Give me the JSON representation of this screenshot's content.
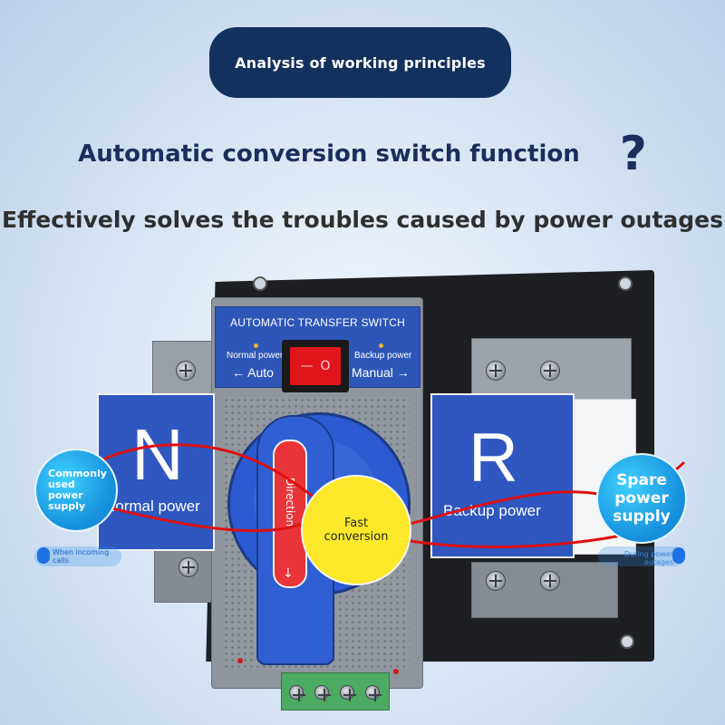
{
  "header": {
    "pill_label": "Analysis of working principles"
  },
  "headline": {
    "text": "Automatic conversion switch function",
    "icon": "question-mark-icon"
  },
  "subheadline": {
    "text": "Effectively solves the troubles caused by power outages"
  },
  "device": {
    "title": "AUTOMATIC TRANSFER SWITCH",
    "left_top": "Normal power",
    "left_bottom": "← Auto",
    "right_top": "Backup power",
    "right_bottom": "Manual →",
    "rocker_left": "—",
    "rocker_right": "O",
    "n_letter": "N",
    "n_caption": "Normal power",
    "r_letter": "R",
    "r_caption": "Backup power",
    "knob_text": "Direction",
    "knob_arrow": "↓"
  },
  "bubbles": {
    "left": "Commonly used power supply",
    "right": "Spare power supply",
    "center": "Fast conversion"
  },
  "pills": {
    "left": "When incoming calls",
    "right": "During power outages"
  },
  "colors": {
    "navy": "#13315e",
    "device_blue": "#2f57bf",
    "bubble_blue": "#158edc",
    "yellow": "#fde92a",
    "red_line": "#e01010"
  }
}
